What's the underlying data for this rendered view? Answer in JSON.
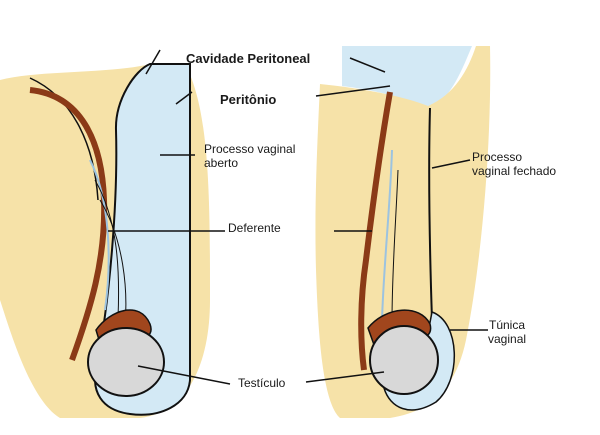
{
  "labels": {
    "peritoneal_cavity": "Cavidade Peritoneal",
    "peritoneum": "Peritônio",
    "vaginal_process_open": [
      "Processo vaginal",
      "aberto"
    ],
    "vaginal_process_closed": [
      "Processo",
      "vaginal fechado"
    ],
    "vas_deferens": "Deferente",
    "tunica_vaginalis": [
      "Túnica",
      "vaginal"
    ],
    "testicle": "Testículo"
  },
  "colors": {
    "skin": "#f6e2a8",
    "fluid": "#d3e9f5",
    "cord": "#8b3a17",
    "testicle": "#d8d8d8",
    "outline": "#111111"
  }
}
